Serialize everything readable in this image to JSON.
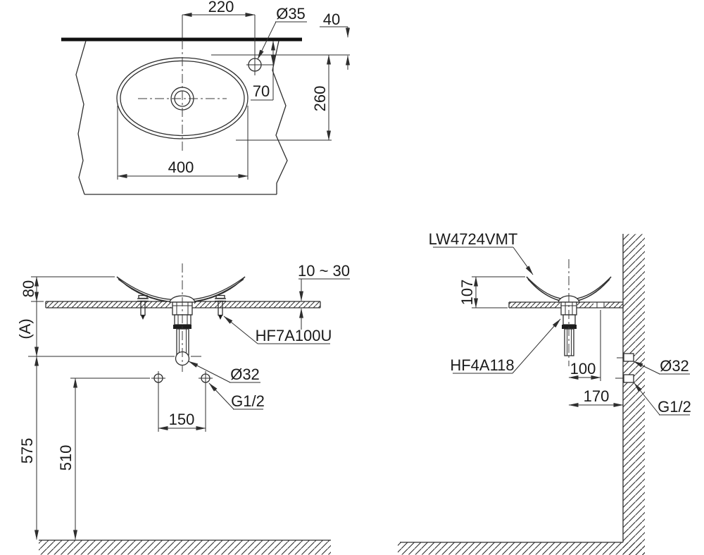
{
  "meta": {
    "title": "Vessel washbasin installation technical drawing",
    "colors": {
      "line": "#2e2e2e",
      "thick_line": "#111111",
      "text": "#1a1a1a",
      "background": "#ffffff"
    }
  },
  "drawing": {
    "top_view": {
      "d220": "220",
      "dia35": "Ø35",
      "d40": "40",
      "d70": "70",
      "d260": "260",
      "d400": "400"
    },
    "front_view": {
      "d80": "80",
      "dA": "(A)",
      "thickness_range": "10 ~ 30",
      "mount_part": "HF7A100U",
      "waste_dia": "Ø32",
      "supply_thread": "G1/2",
      "d150": "150",
      "d510": "510",
      "d575": "575"
    },
    "side_view": {
      "model": "LW4724VMT",
      "d107": "107",
      "drain_part": "HF4A118",
      "d100": "100",
      "d170": "170",
      "waste_dia": "Ø32",
      "supply_thread": "G1/2"
    }
  }
}
